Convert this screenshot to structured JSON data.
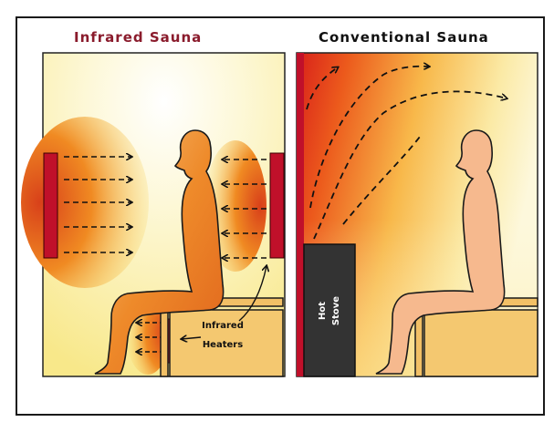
{
  "titles": {
    "infrared": "Infrared Sauna",
    "conventional": "Conventional Sauna"
  },
  "labels": {
    "infrared_heaters": [
      "Infrared",
      "Heaters"
    ],
    "hot_stove": [
      "Hot",
      "Stove"
    ]
  },
  "colors": {
    "infrared_title": "#8a1b2c",
    "heater": "#c0102a",
    "heat_hot": "#d0201a",
    "heat_warm": "#f5a020",
    "heat_cool": "#fbf6c8",
    "bench": "#f4c870",
    "body": "#f6b98e",
    "stove": "#333333"
  }
}
